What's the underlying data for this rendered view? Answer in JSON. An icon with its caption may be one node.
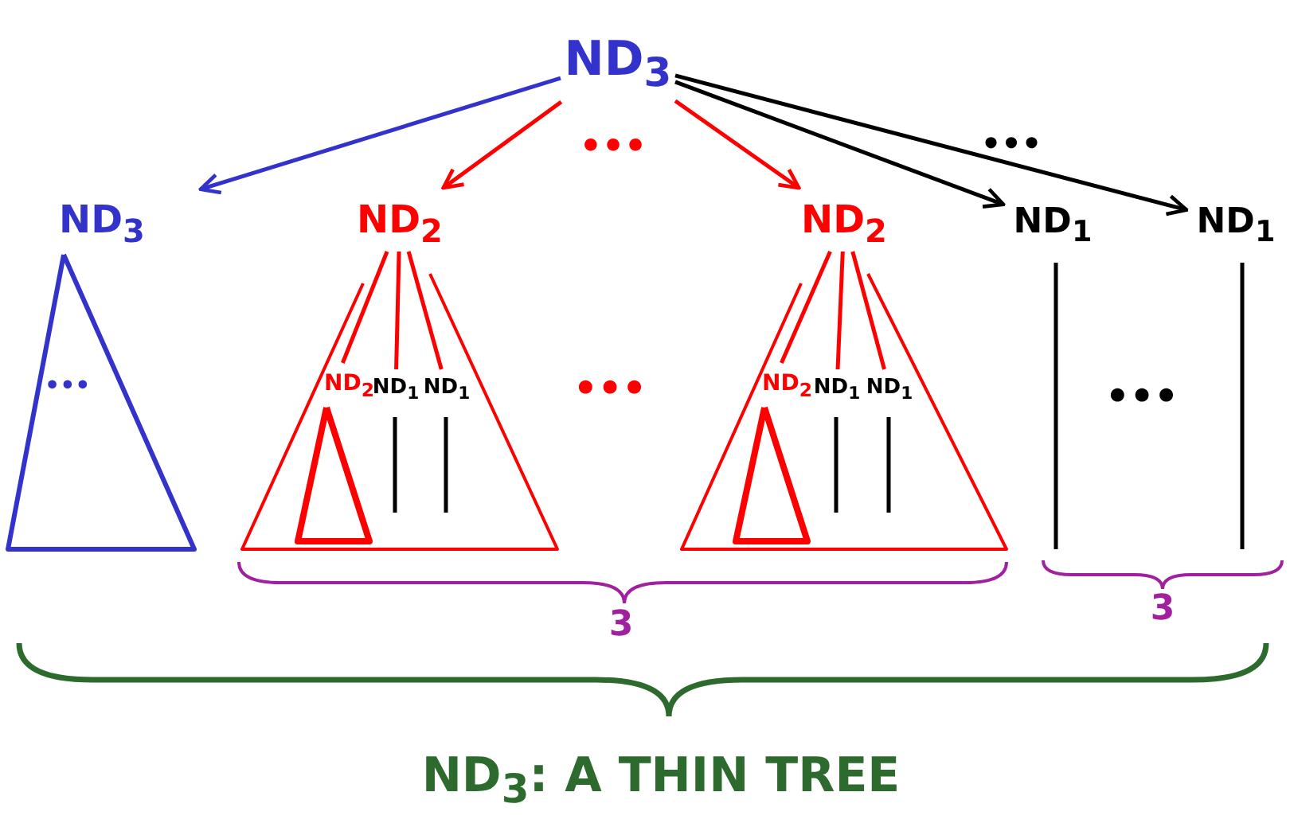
{
  "diagram": {
    "caption": "ND$_{3}$: A THIN TREE",
    "nodes": [
      {
        "text": [
          "ND$_{3}$"
        ]
      },
      {
        "text": [
          "ND$_{3}$",
          "•••"
        ]
      },
      {
        "text": [
          "ND$_{2}$"
        ]
      },
      {
        "text": [
          "ND$_{2}$"
        ],
        "in": 2
      },
      {
        "text": [
          "ND$_{1}$"
        ],
        "in": 2
      },
      {
        "text": [
          "ND$_{1}$"
        ],
        "in": 2
      },
      {
        "text": [
          "ND$_{2}$"
        ]
      },
      {
        "text": [
          "ND$_{2}$"
        ],
        "in": 6
      },
      {
        "text": [
          "ND$_{1}$"
        ],
        "in": 6
      },
      {
        "text": [
          "ND$_{1}$"
        ],
        "in": 6
      },
      {
        "text": [
          "ND$_{1}$"
        ]
      },
      {
        "text": [
          "ND$_{1}$"
        ]
      }
    ],
    "edges": [
      {
        "from": 0,
        "to": 1,
        "arrow": "to",
        "color": "#3333cc"
      },
      {
        "from": 0,
        "to": 2,
        "arrow": "to",
        "color": "#ff0000"
      },
      {
        "from": 0,
        "to": 6,
        "arrow": "to",
        "color": "#ff0000"
      },
      {
        "from": 0,
        "to": 10,
        "arrow": "to",
        "color": "#000000"
      },
      {
        "from": 0,
        "to": 11,
        "arrow": "to",
        "color": "#000000"
      },
      {
        "from": 2,
        "to": 3,
        "arrow": "none",
        "color": "#ff0000"
      },
      {
        "from": 2,
        "to": 4,
        "arrow": "none",
        "color": "#ff0000"
      },
      {
        "from": 2,
        "to": 5,
        "arrow": "none",
        "color": "#ff0000"
      },
      {
        "from": 6,
        "to": 7,
        "arrow": "none",
        "color": "#ff0000"
      },
      {
        "from": 6,
        "to": 8,
        "arrow": "none",
        "color": "#ff0000"
      },
      {
        "from": 6,
        "to": 9,
        "arrow": "none",
        "color": "#ff0000"
      }
    ],
    "labels": [
      "•••",
      "•••",
      "•••",
      "•••",
      "3",
      "3"
    ]
  }
}
